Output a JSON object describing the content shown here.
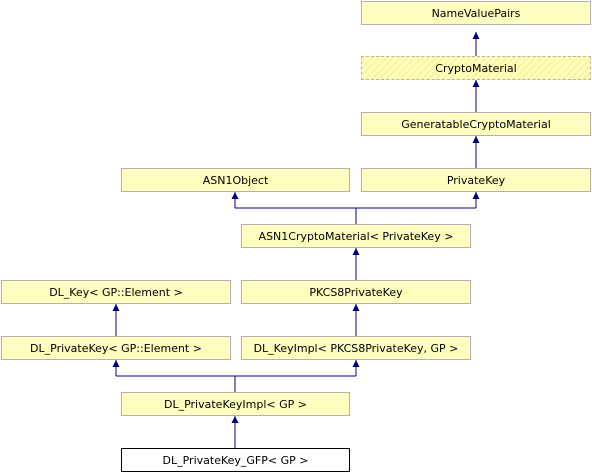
{
  "diagram": {
    "nodes": {
      "namevaluepairs": "NameValuePairs",
      "cryptomaterial": "CryptoMaterial",
      "generatable": "GeneratableCryptoMaterial",
      "asn1object": "ASN1Object",
      "privatekey": "PrivateKey",
      "asn1cryptomaterial": "ASN1CryptoMaterial< PrivateKey >",
      "dlkey": "DL_Key< GP::Element >",
      "pkcs8": "PKCS8PrivateKey",
      "dlprivatekey": "DL_PrivateKey< GP::Element >",
      "dlkeyimpl": "DL_KeyImpl< PKCS8PrivateKey, GP >",
      "dlprivatekeyimpl": "DL_PrivateKeyImpl< GP >",
      "dlprivatekeygfp": "DL_PrivateKey_GFP< GP >"
    },
    "colors": {
      "node_fill": "#ffffc0",
      "node_border": "#b2b2b2",
      "current_fill": "#ffffff",
      "current_border": "#000000",
      "edge": "#000080"
    }
  }
}
